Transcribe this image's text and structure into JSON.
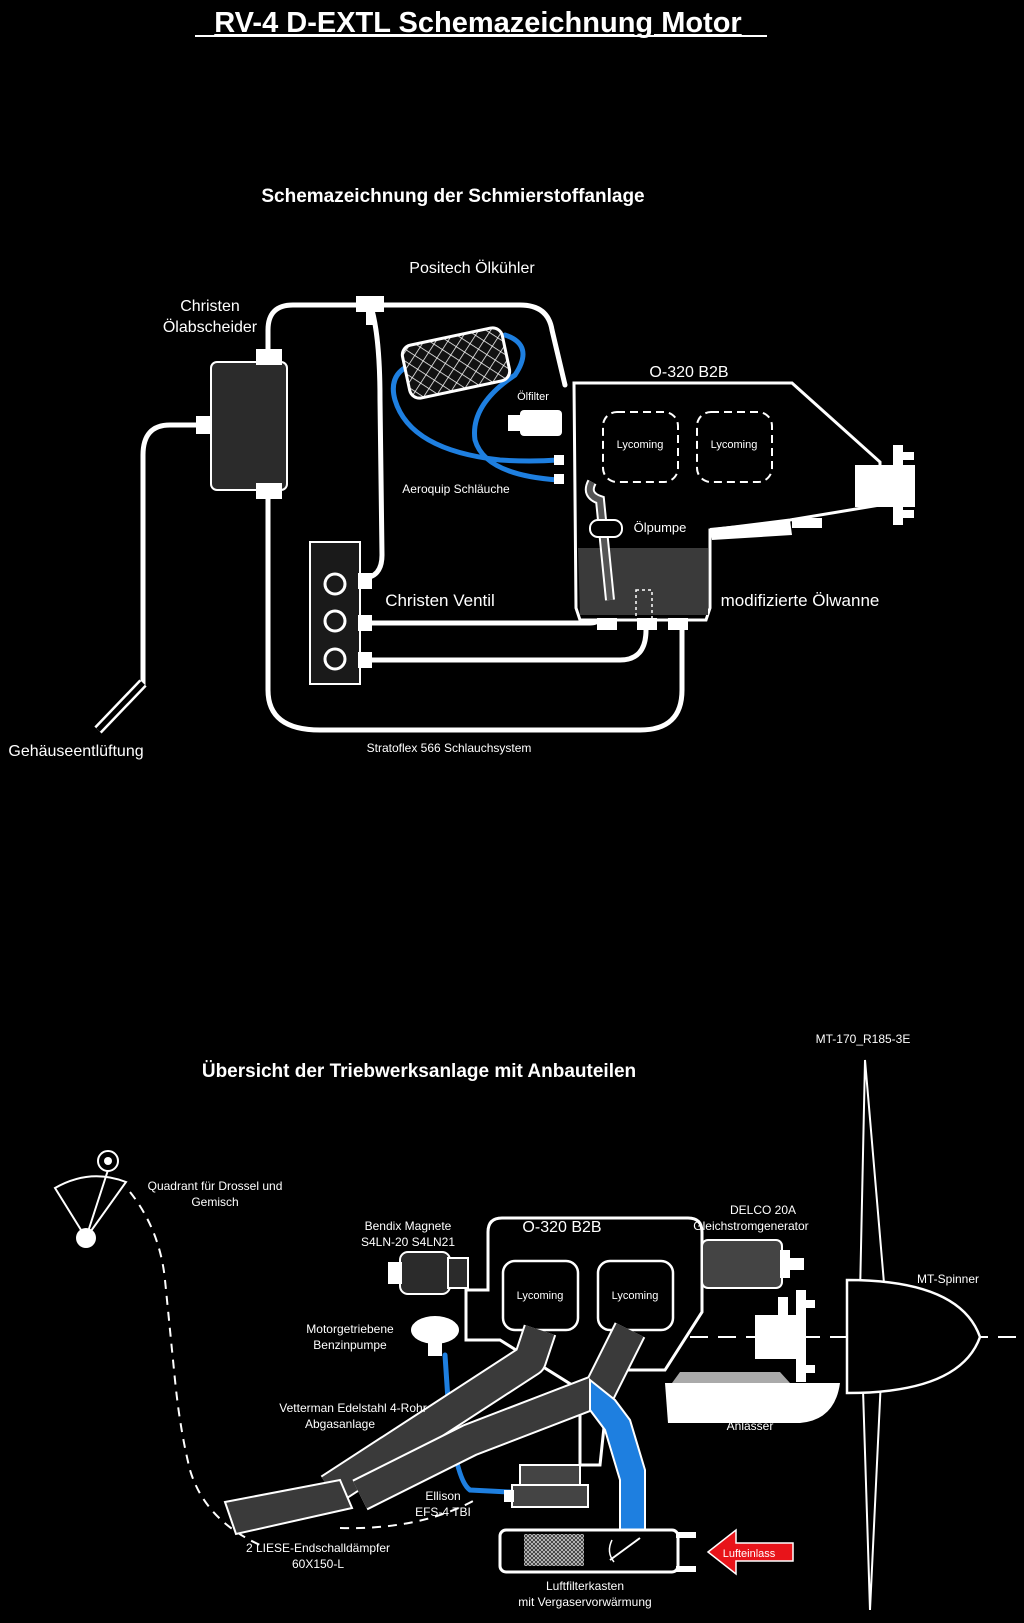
{
  "title": "RV-4 D-EXTL Schemazeichnung Motor",
  "oil_system": {
    "heading": "Schemazeichnung der Schmierstoffanlage",
    "oil_cooler": "Positech Ölkühler",
    "separator": [
      "Christen",
      "Ölabscheider"
    ],
    "engine": "O-320 B2B",
    "cylinder_label": "Lycoming",
    "oil_filter": "Ölfilter",
    "aeroquip": "Aeroquip Schläuche",
    "oil_pump": "Ölpumpe",
    "christen_valve": "Christen Ventil",
    "oil_pan": "modifizierte Ölwanne",
    "breather": "Gehäuseentlüftung",
    "hose_system": "Stratoflex 566 Schlauchsystem"
  },
  "powerplant": {
    "heading": "Übersicht der Triebwerksanlage mit Anbauteilen",
    "propeller": "MT-170_R185-3E",
    "quadrant": [
      "Quadrant für Drossel und",
      "Gemisch"
    ],
    "magnetos": [
      "Bendix Magnete",
      "S4LN-20 S4LN21"
    ],
    "engine": "O-320 B2B",
    "generator": [
      "DELCO 20A",
      "Gleichstromgenerator"
    ],
    "spinner": "MT-Spinner",
    "cylinder_label": "Lycoming",
    "fuel_pump": [
      "Motorgetriebene",
      "Benzinpumpe"
    ],
    "exhaust": [
      "Vetterman Edelstahl 4-Rohr",
      "Abgasanlage"
    ],
    "starter": "Anlasser",
    "throttle_body": [
      "Ellison",
      "EFS-4 TBI"
    ],
    "mufflers": [
      "2 LIESE-Endschalldämpfer",
      "60X150-L"
    ],
    "airbox": [
      "Luftfilterkasten",
      "mit Vergaservorwärmung"
    ],
    "air_inlet": "Lufteinlass"
  }
}
